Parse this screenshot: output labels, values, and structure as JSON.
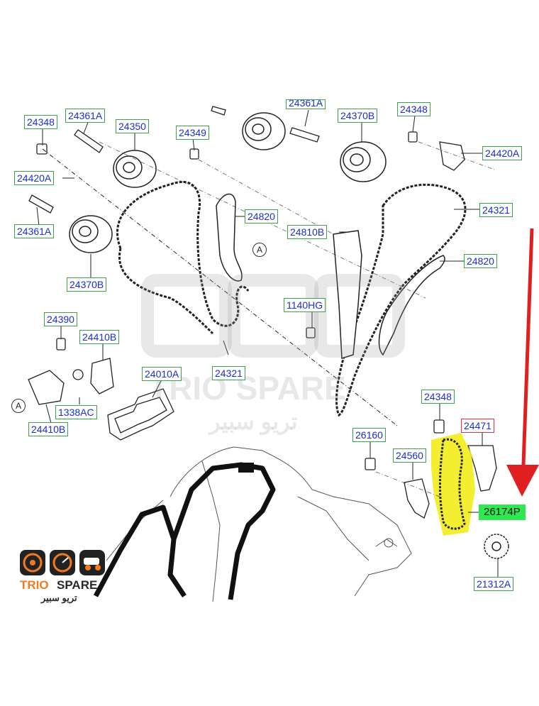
{
  "watermark": {
    "brand": "TRIO SPARE",
    "brand_ar": "تريو سبير"
  },
  "logo": {
    "brand_a": "TRIO",
    "brand_b": "SPARE",
    "brand_ar": "تريو سبير",
    "color_orange": "#f07a22",
    "color_dark": "#2a2a2a"
  },
  "colors": {
    "label_text": "#1a2fd6",
    "label_border": "#3fa34d",
    "label_border_alt": "#e0334a",
    "highlight": "#f2ec1a",
    "highlight_label": "#2ee84f",
    "arrow": "#e02020",
    "line": "#222222"
  },
  "labels": {
    "l_24348_a": "24348",
    "l_24361A_a": "24361A",
    "l_24350": "24350",
    "l_24349": "24349",
    "l_24361A_b": "24361A",
    "l_24370B_a": "24370B",
    "l_24348_b": "24348",
    "l_24420A_a": "24420A",
    "l_24420A_b": "24420A",
    "l_24361A_c": "24361A",
    "l_24370B_b": "24370B",
    "l_24820_a": "24820",
    "l_24810B": "24810B",
    "l_24321_a": "24321",
    "l_24820_b": "24820",
    "l_1140HG": "1140HG",
    "l_24390": "24390",
    "l_24410B_a": "24410B",
    "l_24010A": "24010A",
    "l_24321_b": "24321",
    "l_1338AC": "1338AC",
    "l_24410B_b": "24410B",
    "l_24348_c": "24348",
    "l_24471": "24471",
    "l_26160": "26160",
    "l_24560": "24560",
    "l_26174P": "26174P",
    "l_21312A": "21312A"
  },
  "refs": {
    "a1": "A",
    "a2": "A"
  }
}
